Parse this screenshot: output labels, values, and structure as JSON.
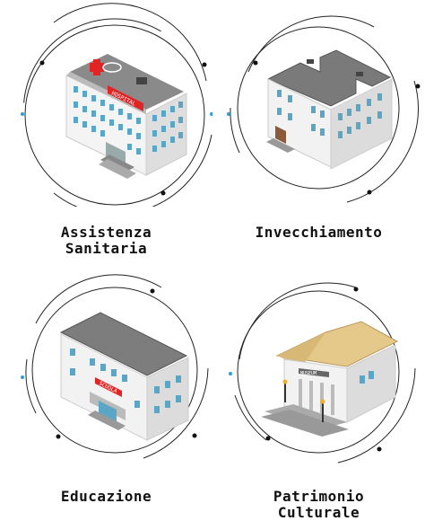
{
  "colors": {
    "accent_dot": "#2a9fd6",
    "ring": "#222222",
    "glass": "#5aa6c6",
    "roof": "#7a7a7a",
    "wall": "#f2f2f2"
  },
  "tiles": [
    {
      "label": "Assistenza\nSanitaria",
      "sign": "HOSPITAL",
      "icon": "hospital-building-icon"
    },
    {
      "label": "Invecchiamento",
      "icon": "retirement-home-building-icon"
    },
    {
      "label": "Educazione",
      "sign": "SCUOLA",
      "icon": "school-building-icon"
    },
    {
      "label": "Patrimonio\nCulturale",
      "sign": "MUSEUM",
      "icon": "museum-building-icon"
    }
  ]
}
